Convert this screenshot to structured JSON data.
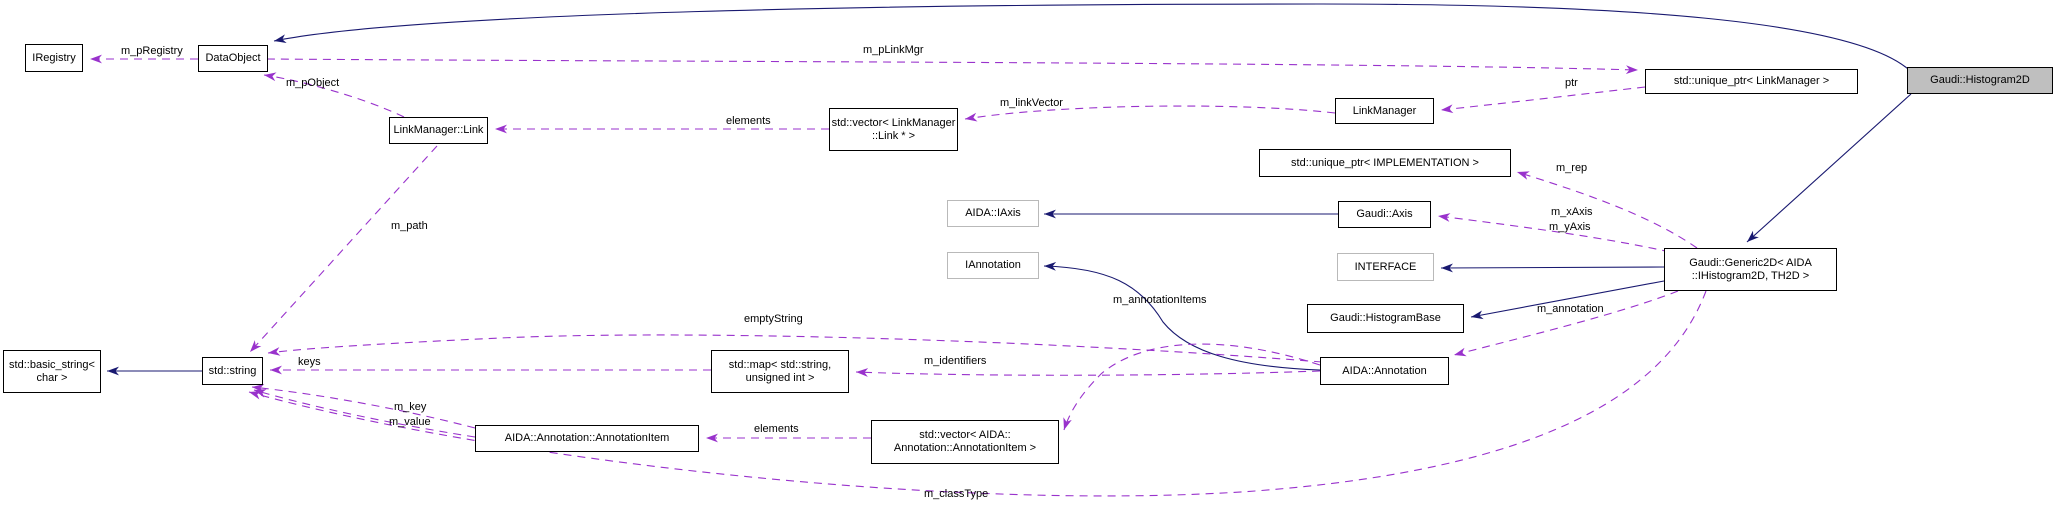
{
  "diagram_type": "collaboration-graph",
  "colors": {
    "inheritance_edge": "#191970",
    "usage_edge": "#9932cc",
    "focus_node_fill": "#bfbfbf",
    "node_border": "#000000",
    "external_node_border": "#b9b9b9",
    "background": "#ffffff"
  },
  "nodes": {
    "iregistry": {
      "label": "IRegistry"
    },
    "dataobject": {
      "label": "DataObject"
    },
    "linkmanager_link": {
      "label": "LinkManager::Link"
    },
    "vector_link": {
      "line1": "std::vector< LinkManager",
      "line2": "::Link * >"
    },
    "linkmanager": {
      "label": "LinkManager"
    },
    "uptr_linkmgr": {
      "label": "std::unique_ptr< LinkManager >"
    },
    "histogram2d": {
      "label": "Gaudi::Histogram2D"
    },
    "uptr_impl": {
      "label": "std::unique_ptr< IMPLEMENTATION >"
    },
    "aida_iaxis": {
      "label": "AIDA::IAxis"
    },
    "gaudi_axis": {
      "label": "Gaudi::Axis"
    },
    "iannotation": {
      "label": "IAnnotation"
    },
    "interface": {
      "label": "INTERFACE"
    },
    "histogrambase": {
      "label": "Gaudi::HistogramBase"
    },
    "generic2d": {
      "line1": "Gaudi::Generic2D< AIDA",
      "line2": "::IHistogram2D, TH2D >"
    },
    "basic_string": {
      "line1": "std::basic_string<",
      "line2": "char >"
    },
    "std_string": {
      "label": "std::string"
    },
    "std_map": {
      "line1": "std::map< std::string,",
      "line2": "unsigned int >"
    },
    "aida_annotation": {
      "label": "AIDA::Annotation"
    },
    "annotation_item": {
      "label": "AIDA::Annotation::AnnotationItem"
    },
    "vector_annitem": {
      "line1": "std::vector< AIDA::",
      "line2": "Annotation::AnnotationItem >"
    }
  },
  "edge_labels": {
    "m_pregistry": "m_pRegistry",
    "m_plinkmgr": "m_pLinkMgr",
    "m_pobject": "m_pObject",
    "elements_top": "elements",
    "m_linkvector": "m_linkVector",
    "ptr": "ptr",
    "m_rep": "m_rep",
    "m_xaxis": "m_xAxis",
    "m_yaxis": "m_yAxis",
    "m_path": "m_path",
    "m_annotation": "m_annotation",
    "emptystring": "emptyString",
    "keys": "keys",
    "m_identifiers": "m_identifiers",
    "m_annotationitems": "m_annotationItems",
    "m_key": "m_key",
    "m_value": "m_value",
    "elements_bottom": "elements",
    "m_classtype": "m_classType"
  }
}
